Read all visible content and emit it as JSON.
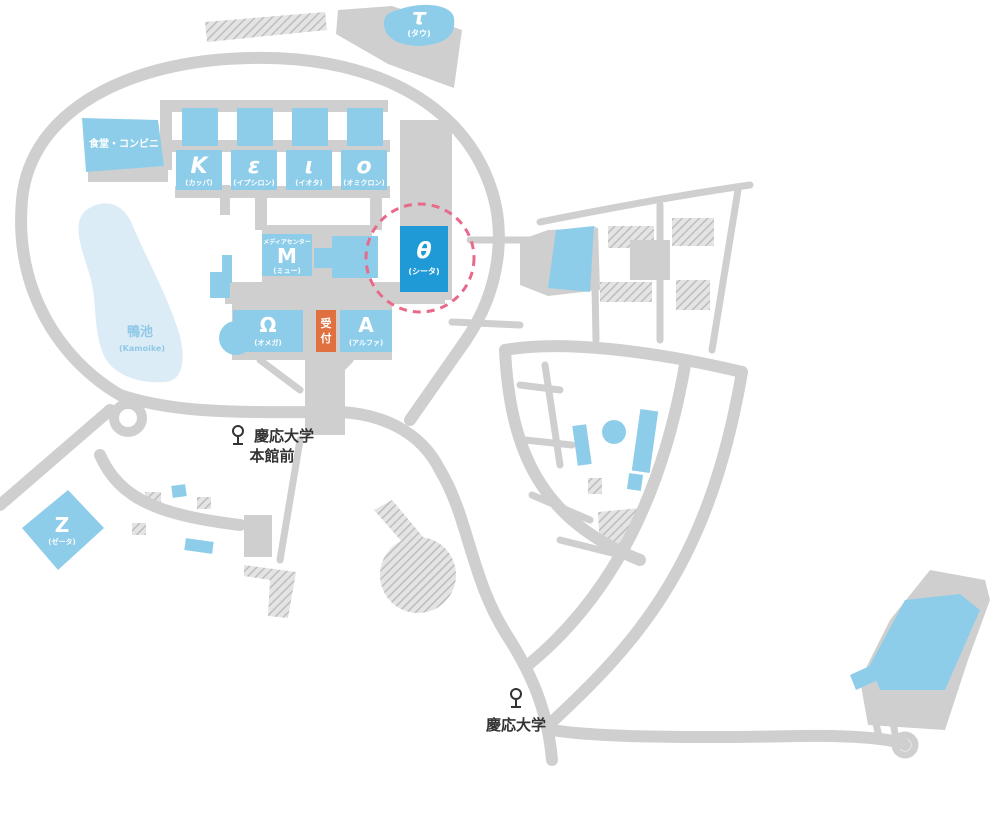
{
  "colors": {
    "road": "#cfcfcf",
    "building_light": "#8ecdea",
    "building_focus": "#1f9ad6",
    "reception": "#e07040",
    "pond": "#dcecf7",
    "hatch": "#c8c8c8",
    "highlight_circle": "#e86a8a",
    "text_dark": "#333333"
  },
  "buildings": {
    "tau": {
      "name": "τ",
      "sub": "(タウ)"
    },
    "kappa": {
      "name": "K",
      "sub": "(カッパ)"
    },
    "epsilon": {
      "name": "ε",
      "sub": "(イプシロン)"
    },
    "iota": {
      "name": "ι",
      "sub": "(イオタ)"
    },
    "omicron": {
      "name": "ο",
      "sub": "(オミクロン)"
    },
    "cafeteria": {
      "name": "食堂・コンビニ"
    },
    "mu": {
      "top": "メディアセンター",
      "name": "M",
      "sub": "(ミュー)"
    },
    "theta": {
      "name": "θ",
      "sub": "(シータ)"
    },
    "omega": {
      "name": "Ω",
      "sub": "(オメガ)"
    },
    "reception": {
      "line1": "受",
      "line2": "付"
    },
    "alpha": {
      "name": "A",
      "sub": "(アルファ)"
    },
    "zeta": {
      "name": "Z",
      "sub": "(ゼータ)"
    }
  },
  "pond": {
    "name": "鴨池",
    "sub": "(Kamoike)"
  },
  "bus_stops": {
    "honkan": {
      "line1": "慶応大学",
      "line2": "本館前",
      "icon": "bus-stop-pin-icon"
    },
    "keio": {
      "line1": "慶応大学",
      "icon": "bus-stop-pin-icon"
    }
  }
}
